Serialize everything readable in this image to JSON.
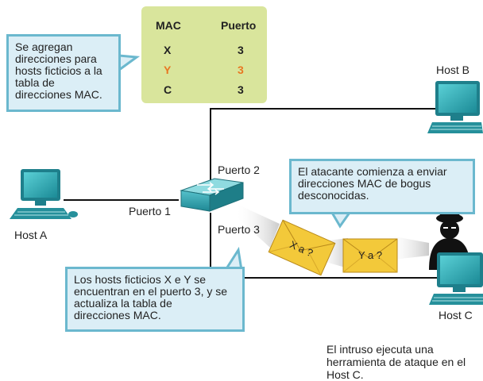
{
  "mac_table": {
    "headers": {
      "mac": "MAC",
      "port": "Puerto"
    },
    "rows": [
      {
        "mac": "X",
        "port": "3",
        "highlight": false
      },
      {
        "mac": "Y",
        "port": "3",
        "highlight": true
      },
      {
        "mac": "C",
        "port": "3",
        "highlight": false
      }
    ]
  },
  "callouts": {
    "top_left": [
      "Se agregan",
      "direcciones para",
      "hosts ficticios a la",
      "tabla de",
      "direcciones MAC."
    ],
    "attacker": [
      "El atacante comienza a enviar",
      "direcciones MAC de bogus",
      "desconocidas."
    ],
    "bottom": [
      "Los hosts ficticios X e Y se",
      "encuentran en el puerto 3, y se",
      "actualiza la tabla de",
      "direcciones MAC."
    ]
  },
  "hosts": {
    "a": "Host A",
    "b": "Host B",
    "c": "Host C"
  },
  "ports": {
    "p1": "Puerto 1",
    "p2": "Puerto 2",
    "p3": "Puerto 3"
  },
  "envelopes": {
    "xa": "X a ?",
    "ya": "Y a ?"
  },
  "note": [
    "El intruso ejecuta una",
    "herramienta de ataque en el",
    "Host C."
  ],
  "colors": {
    "accent": "#e87722",
    "callout_border": "#6bb8ce",
    "callout_fill": "#dbeef6",
    "table_fill": "#d9e59c",
    "monitor": "#2c9ea8",
    "envelope": "#f3c93a"
  }
}
